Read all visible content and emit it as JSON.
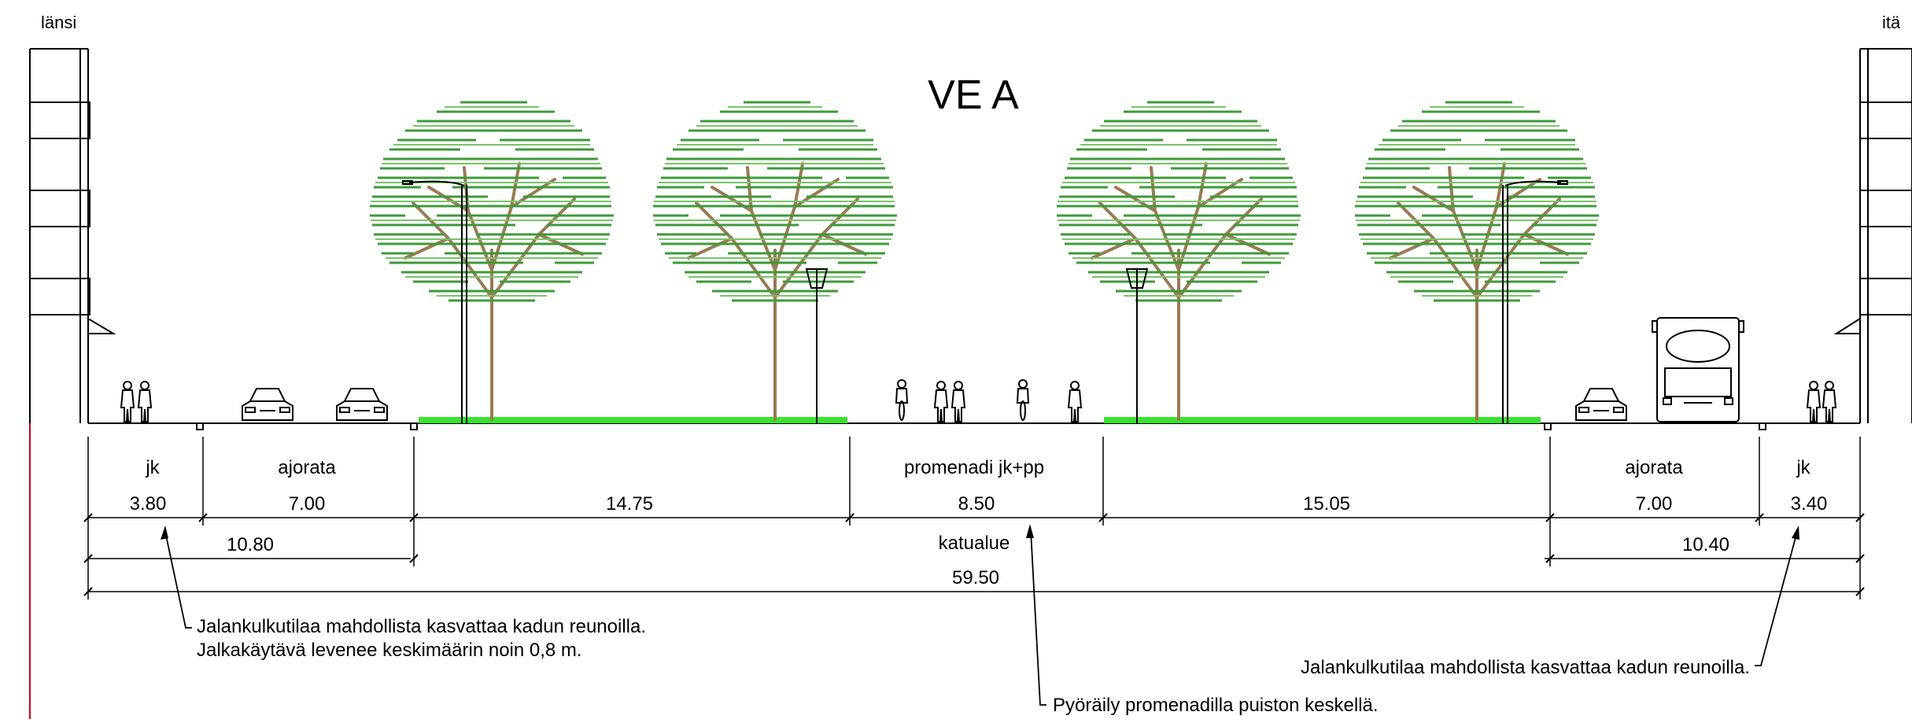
{
  "title": "VE A",
  "directions": {
    "west": "länsi",
    "east": "itä"
  },
  "sections": [
    {
      "label": "jk",
      "width": "3.80"
    },
    {
      "label": "ajorata",
      "width": "7.00"
    },
    {
      "label": "",
      "width": "14.75"
    },
    {
      "label": "promenadi jk+pp",
      "width": "8.50"
    },
    {
      "label": "",
      "width": "15.05"
    },
    {
      "label": "ajorata",
      "width": "7.00"
    },
    {
      "label": "jk",
      "width": "3.40"
    }
  ],
  "subtotals": {
    "west": "10.80",
    "east": "10.40"
  },
  "street_area": {
    "label": "katualue",
    "total": "59.50"
  },
  "notes": {
    "west_line1": "Jalankulkutilaa mahdollista kasvattaa kadun reunoilla.",
    "west_line2": "Jalkakäytävä levenee keskimäärin noin 0,8 m.",
    "east": "Jalankulkutilaa mahdollista kasvattaa kadun reunoilla.",
    "center": "Pyöräily promenadilla puiston keskellä."
  },
  "colors": {
    "tree_foliage": "#3f9a3a",
    "tree_foliage_light": "#79c36a",
    "trunk": "#9a7a55",
    "grass": "#39e22e",
    "red_line": "#d0021b"
  }
}
